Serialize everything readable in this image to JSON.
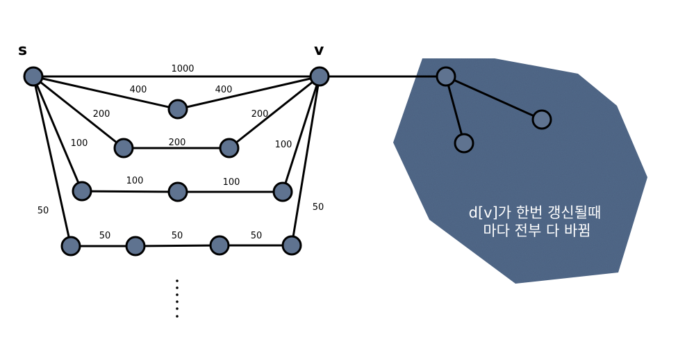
{
  "labels": {
    "s": "s",
    "v": "v"
  },
  "edge_weights": {
    "s_v": "1000",
    "s_a": "400",
    "a_v": "400",
    "s_b1": "200",
    "b1_b2": "200",
    "b2_v": "200",
    "s_c1": "100",
    "c1_c2": "100",
    "c2_c3": "100",
    "c3_v": "100",
    "s_d1": "50",
    "d1_d2": "50",
    "d2_d3": "50",
    "d3_d4": "50",
    "d4_v": "50"
  },
  "note": {
    "line1": "d[v]가 한번 갱신될때",
    "line2": "마다 전부 다 바뀜"
  },
  "colors": {
    "node_fill": "#5f7390",
    "blob_fill": "#536a8b",
    "edge": "#000000",
    "note_text": "#ffffff"
  }
}
